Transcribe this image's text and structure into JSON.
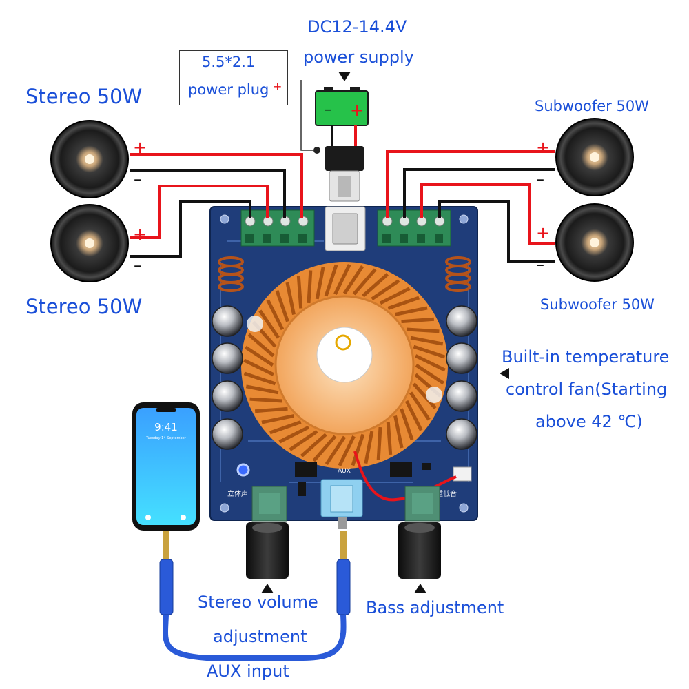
{
  "labels": {
    "power_voltage": "DC12-14.4V",
    "power_supply": "power supply",
    "plug_size": "5.5*2.1",
    "plug_name": "power plug",
    "plug_plus": "+",
    "stereo_top": "Stereo 50W",
    "stereo_bottom": "Stereo 50W",
    "sub_top": "Subwoofer 50W",
    "sub_bottom": "Subwoofer 50W",
    "fan_line1": "Built-in temperature",
    "fan_line2": "control fan(Starting",
    "fan_line3": "above 42 ℃)",
    "stereo_vol_line1": "Stereo volume",
    "stereo_vol_line2": "adjustment",
    "bass": "Bass adjustment",
    "aux_input": "AUX input",
    "plus": "+",
    "minus": "–"
  },
  "board": {
    "aux_label": "AUX",
    "stereo_cn": "立体声",
    "bass_cn": "重低音"
  },
  "phone": {
    "time": "9:41",
    "date": "Tuesday 14 September"
  },
  "colors": {
    "label_blue": "#1a4fd8",
    "wire_red": "#e8141b",
    "wire_black": "#111111",
    "board_blue": "#1f3d7a",
    "terminal_green": "#2e8b57",
    "heatsink_orange": "#f39a43",
    "battery_green": "#26c24a",
    "cable_blue": "#2a5ad8"
  }
}
